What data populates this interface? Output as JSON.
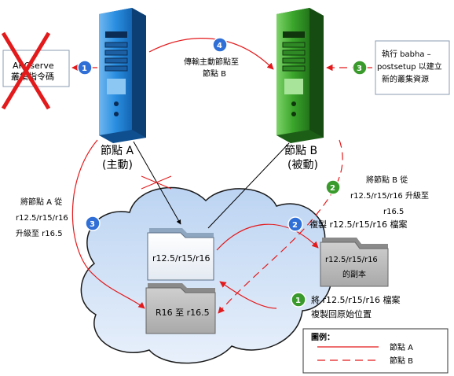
{
  "nodes": {
    "node_a": {
      "name": "節點 A",
      "role": "(主動)"
    },
    "node_b": {
      "name": "節點 B",
      "role": "(被動)"
    }
  },
  "arcserve_box": {
    "line1": "ARCserve",
    "line2": "叢集指令碼"
  },
  "note_box": {
    "line1": "執行 babha –",
    "line2": "postsetup 以建立",
    "line3": "新的叢集資源"
  },
  "folders": {
    "source": {
      "label": "r12.5/r15/r16"
    },
    "target": {
      "label": "R16 至 r16.5"
    },
    "copy": {
      "line1": "r12.5/r15/r16",
      "line2": "的副本"
    }
  },
  "steps": {
    "s1_arcserve": "1",
    "s4_transfer": {
      "num": "4",
      "line1": "傳輸主動節點至",
      "line2": "節點 B"
    },
    "s3_babha": "3",
    "s2_upgrade_b": {
      "num": "2",
      "line1": "將節點 B 從",
      "line2": "r12.5/r15/r16 升級至",
      "line3": "r16.5"
    },
    "s3_upgrade_a": {
      "num": "3",
      "line1": "將節點 A 從",
      "line2": "r12.5/r15/r16",
      "line3": "升級至 r16.5"
    },
    "s2_copy": {
      "num": "2",
      "label": "複製 r12.5/r15/r16 檔案"
    },
    "s1_restore": {
      "num": "1",
      "line1": "將 r12.5/r15/r16 檔案",
      "line2": "複製回原始位置"
    }
  },
  "legend": {
    "title": "圖例：",
    "solid": "節點 A",
    "dashed": "節點 B"
  },
  "colors": {
    "blue_badge": "#2f6fd6",
    "green_badge": "#3a9a2c",
    "arrow_red": "#e31a1c"
  }
}
